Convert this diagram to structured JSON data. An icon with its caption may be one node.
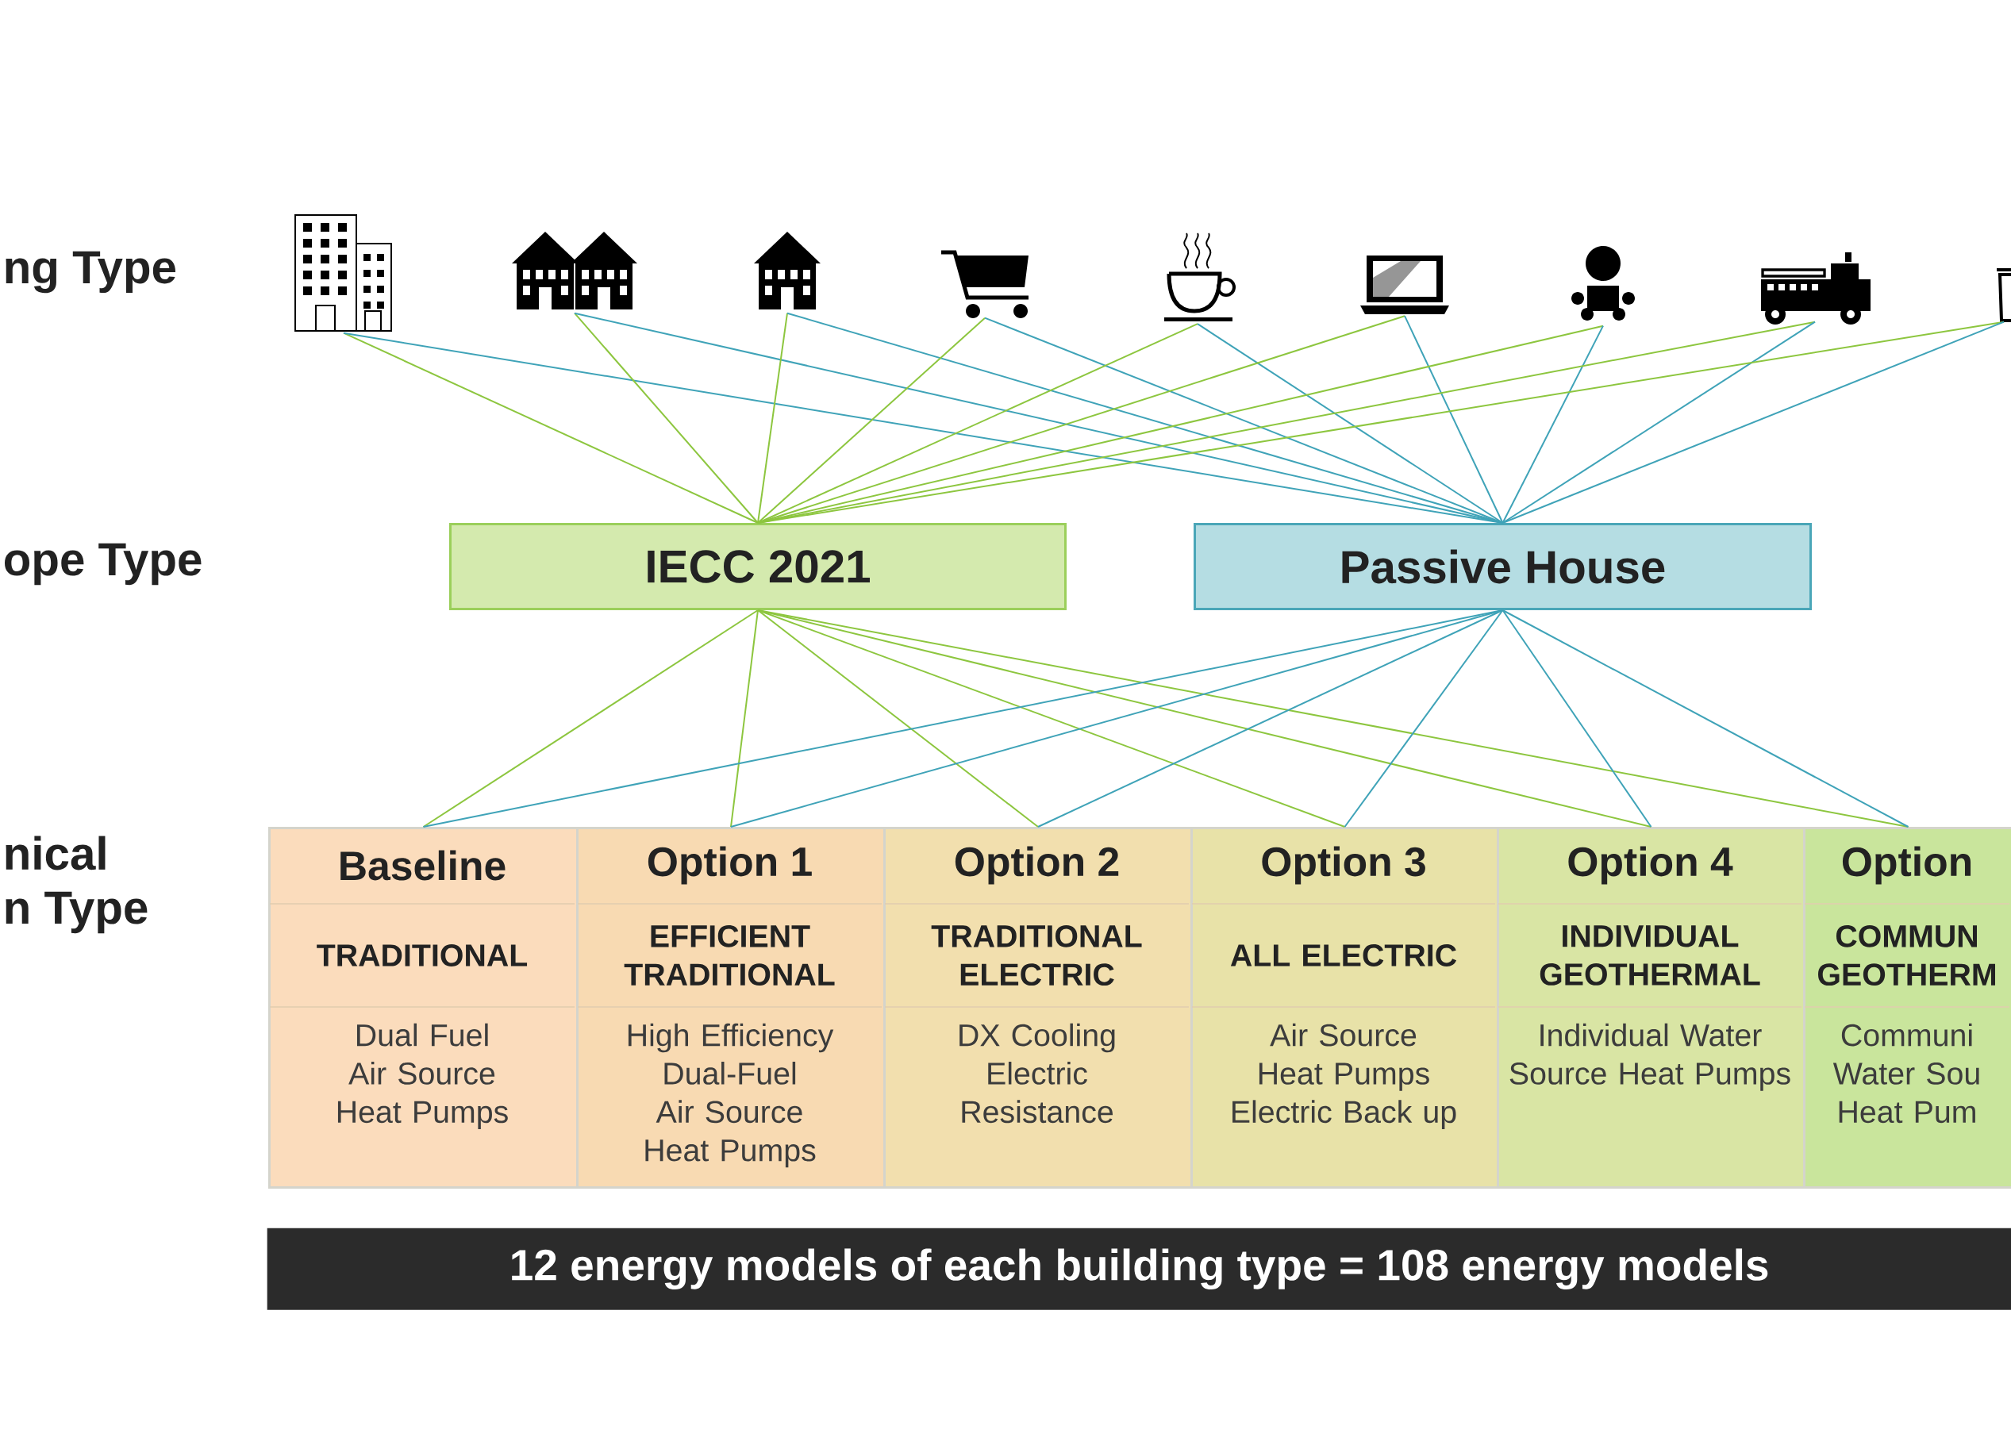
{
  "diagram": {
    "nodes": [
      {
        "text": [],
        "shape": "picture"
      },
      {
        "text": [],
        "shape": "picture"
      },
      {
        "text": [],
        "shape": "picture"
      },
      {
        "text": [],
        "shape": "picture"
      },
      {
        "text": [],
        "shape": "picture"
      },
      {
        "text": [],
        "shape": "picture"
      },
      {
        "text": [],
        "shape": "picture"
      },
      {
        "text": [],
        "shape": "picture"
      },
      {
        "text": [],
        "shape": "picture"
      },
      {
        "text": [
          "IECC 2021"
        ]
      },
      {
        "text": [
          "Passive House"
        ]
      },
      {
        "text": [
          "Baseline",
          "TRADITIONAL",
          "Dual Fuel Air Source Heat Pumps"
        ]
      },
      {
        "text": [
          "Option 1",
          "EFFICIENT TRADITIONAL",
          "High Efficiency Dual-Fuel Air Source Heat Pumps"
        ]
      },
      {
        "text": [
          "Option 2",
          "TRADITIONAL ELECTRIC",
          "DX Cooling Electric Resistance"
        ]
      },
      {
        "text": [
          "Option 3",
          "ALL ELECTRIC",
          "Air Source Heat Pumps Electric Back up"
        ]
      },
      {
        "text": [
          "Option 4",
          "INDIVIDUAL GEOTHERMAL",
          "Individual Water Source Heat Pumps"
        ]
      },
      {
        "text": [
          "Option",
          "COMMUN GEOTHERM",
          "Communi Water Sou Heat Pum"
        ]
      },
      {
        "text": [
          "12 energy models of each building type = 108 energy models"
        ]
      }
    ],
    "edges": [
      {
        "from": 0,
        "to": 9,
        "arrow": "none",
        "color": "#8dc63f"
      },
      {
        "from": 0,
        "to": 10,
        "arrow": "none",
        "color": "#3fa3b8"
      },
      {
        "from": 1,
        "to": 9,
        "arrow": "none",
        "color": "#8dc63f"
      },
      {
        "from": 1,
        "to": 10,
        "arrow": "none",
        "color": "#3fa3b8"
      },
      {
        "from": 2,
        "to": 9,
        "arrow": "none",
        "color": "#8dc63f"
      },
      {
        "from": 2,
        "to": 10,
        "arrow": "none",
        "color": "#3fa3b8"
      },
      {
        "from": 3,
        "to": 9,
        "arrow": "none",
        "color": "#8dc63f"
      },
      {
        "from": 3,
        "to": 10,
        "arrow": "none",
        "color": "#3fa3b8"
      },
      {
        "from": 4,
        "to": 9,
        "arrow": "none",
        "color": "#8dc63f"
      },
      {
        "from": 4,
        "to": 10,
        "arrow": "none",
        "color": "#3fa3b8"
      },
      {
        "from": 5,
        "to": 9,
        "arrow": "none",
        "color": "#8dc63f"
      },
      {
        "from": 5,
        "to": 10,
        "arrow": "none",
        "color": "#3fa3b8"
      },
      {
        "from": 6,
        "to": 9,
        "arrow": "none",
        "color": "#8dc63f"
      },
      {
        "from": 6,
        "to": 10,
        "arrow": "none",
        "color": "#3fa3b8"
      },
      {
        "from": 7,
        "to": 9,
        "arrow": "none",
        "color": "#8dc63f"
      },
      {
        "from": 7,
        "to": 10,
        "arrow": "none",
        "color": "#3fa3b8"
      },
      {
        "from": 8,
        "to": 9,
        "arrow": "none",
        "color": "#8dc63f"
      },
      {
        "from": 8,
        "to": 10,
        "arrow": "none",
        "color": "#3fa3b8"
      },
      {
        "from": 9,
        "to": 11,
        "arrow": "none",
        "color": "#8dc63f"
      },
      {
        "from": 9,
        "to": 12,
        "arrow": "none",
        "color": "#8dc63f"
      },
      {
        "from": 9,
        "to": 13,
        "arrow": "none",
        "color": "#8dc63f"
      },
      {
        "from": 9,
        "to": 14,
        "arrow": "none",
        "color": "#8dc63f"
      },
      {
        "from": 9,
        "to": 15,
        "arrow": "none",
        "color": "#8dc63f"
      },
      {
        "from": 9,
        "to": 16,
        "arrow": "none",
        "color": "#8dc63f"
      },
      {
        "from": 10,
        "to": 11,
        "arrow": "none",
        "color": "#3fa3b8"
      },
      {
        "from": 10,
        "to": 12,
        "arrow": "none",
        "color": "#3fa3b8"
      },
      {
        "from": 10,
        "to": 13,
        "arrow": "none",
        "color": "#3fa3b8"
      },
      {
        "from": 10,
        "to": 14,
        "arrow": "none",
        "color": "#3fa3b8"
      },
      {
        "from": 10,
        "to": 15,
        "arrow": "none",
        "color": "#3fa3b8"
      },
      {
        "from": 10,
        "to": 16,
        "arrow": "none",
        "color": "#3fa3b8"
      }
    ],
    "labels": [
      "ng Type",
      "ope Type",
      "nical",
      "n Type"
    ]
  }
}
